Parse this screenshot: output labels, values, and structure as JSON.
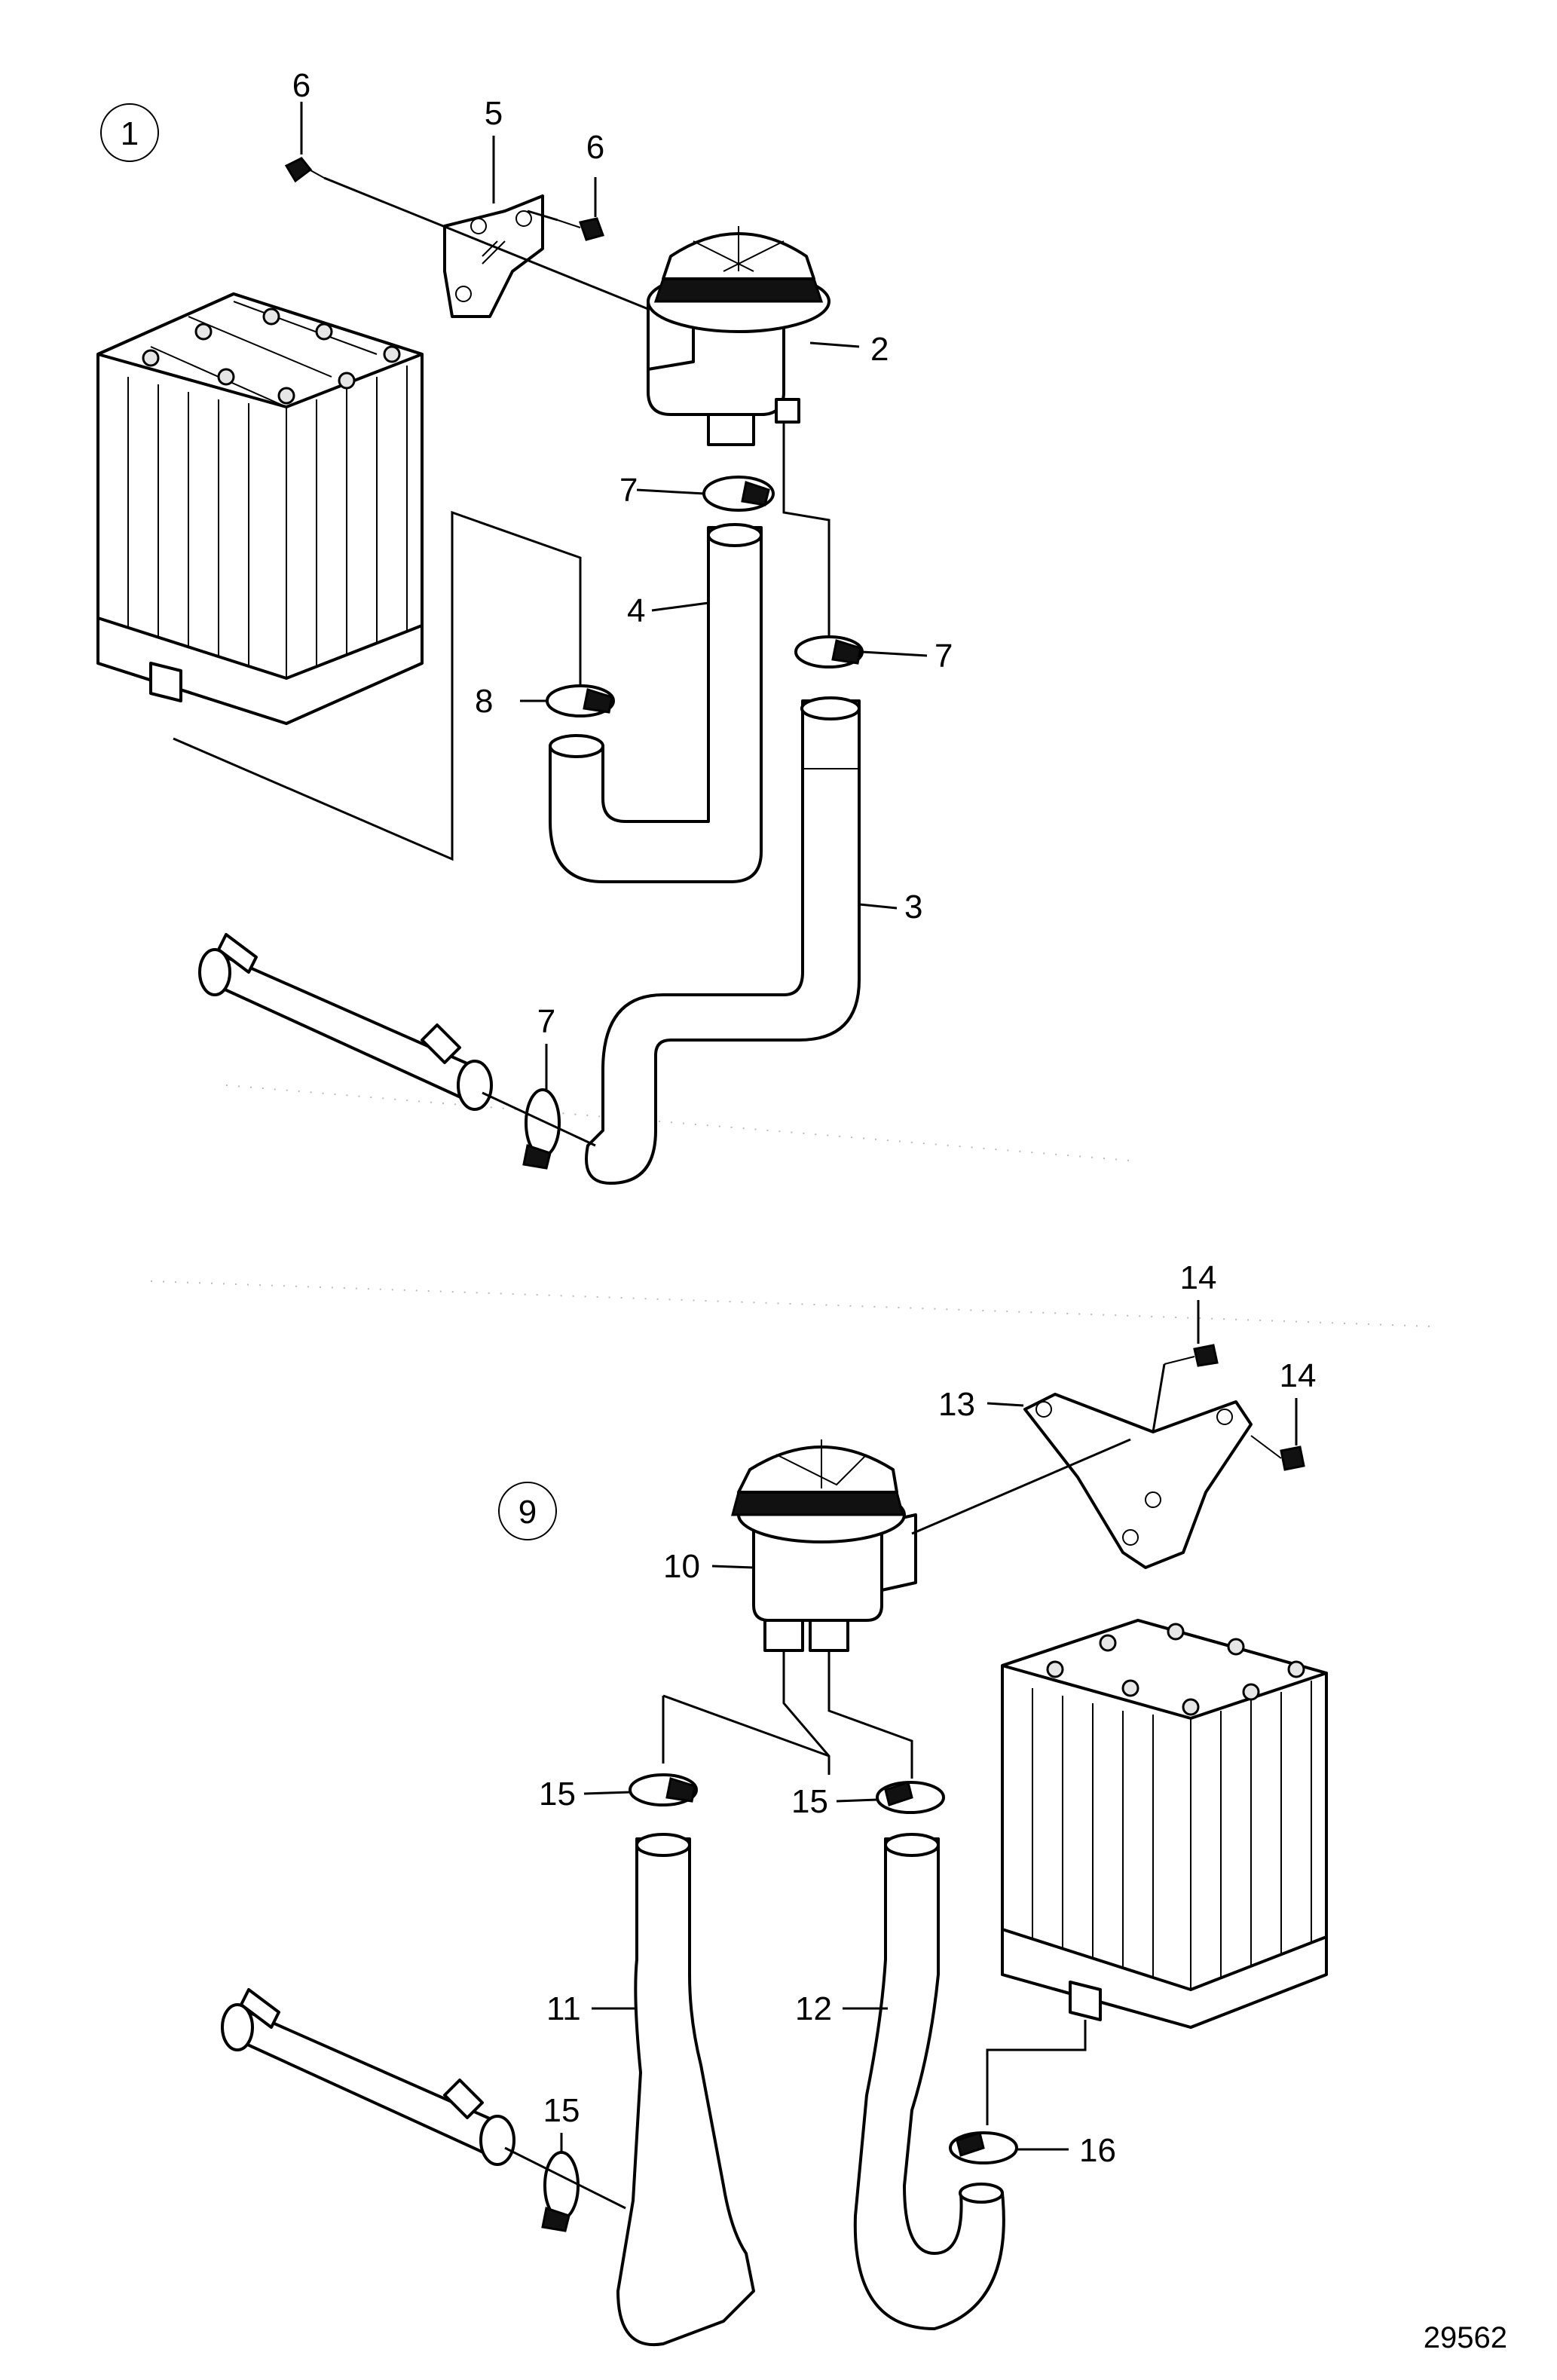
{
  "reference_number": "29562",
  "group_labels": {
    "top": "1",
    "bottom": "9"
  },
  "labels": {
    "p2": "2",
    "p3": "3",
    "p4": "4",
    "p5": "5",
    "p6a": "6",
    "p6b": "6",
    "p7a": "7",
    "p7b": "7",
    "p7c": "7",
    "p8": "8",
    "p10": "10",
    "p11": "11",
    "p12": "12",
    "p13": "13",
    "p14a": "14",
    "p14b": "14",
    "p15a": "15",
    "p15b": "15",
    "p15c": "15",
    "p16": "16"
  }
}
